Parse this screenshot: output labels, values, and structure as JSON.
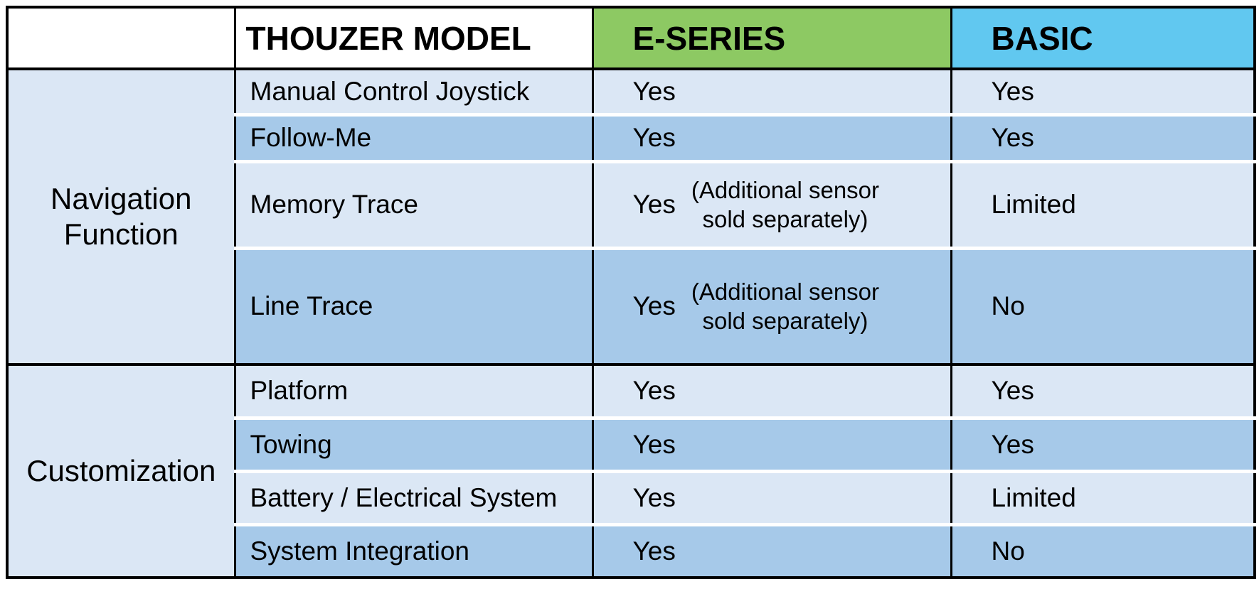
{
  "table": {
    "header": {
      "corner": "",
      "model_label": "THOUZER MODEL",
      "columns": [
        {
          "label": "E-SERIES",
          "color": "#8dc963"
        },
        {
          "label": "BASIC",
          "color": "#61c8f0"
        }
      ]
    },
    "groups": [
      {
        "label": "Navigation Function",
        "rows": [
          {
            "feature": "Manual Control Joystick",
            "e_series": "Yes",
            "basic": "Yes"
          },
          {
            "feature": "Follow-Me",
            "e_series": "Yes",
            "basic": "Yes"
          },
          {
            "feature": "Memory Trace",
            "e_series": "Yes",
            "e_series_note": "(Additional sensor\nsold separately)",
            "basic": "Limited"
          },
          {
            "feature": "Line Trace",
            "e_series": "Yes",
            "e_series_note": "(Additional sensor\nsold separately)",
            "basic": "No"
          }
        ]
      },
      {
        "label": "Customization",
        "rows": [
          {
            "feature": "Platform",
            "e_series": "Yes",
            "basic": "Yes"
          },
          {
            "feature": "Towing",
            "e_series": "Yes",
            "basic": "Yes"
          },
          {
            "feature": "Battery / Electrical System",
            "e_series": "Yes",
            "basic": "Limited"
          },
          {
            "feature": "System Integration",
            "e_series": "Yes",
            "basic": "No"
          }
        ]
      }
    ],
    "colors": {
      "row_light": "#dbe7f5",
      "row_dark": "#a6c9e9",
      "header_e_series": "#8dc963",
      "header_basic": "#61c8f0",
      "border": "#000000",
      "row_gap": "#ffffff",
      "text": "#000000"
    }
  }
}
